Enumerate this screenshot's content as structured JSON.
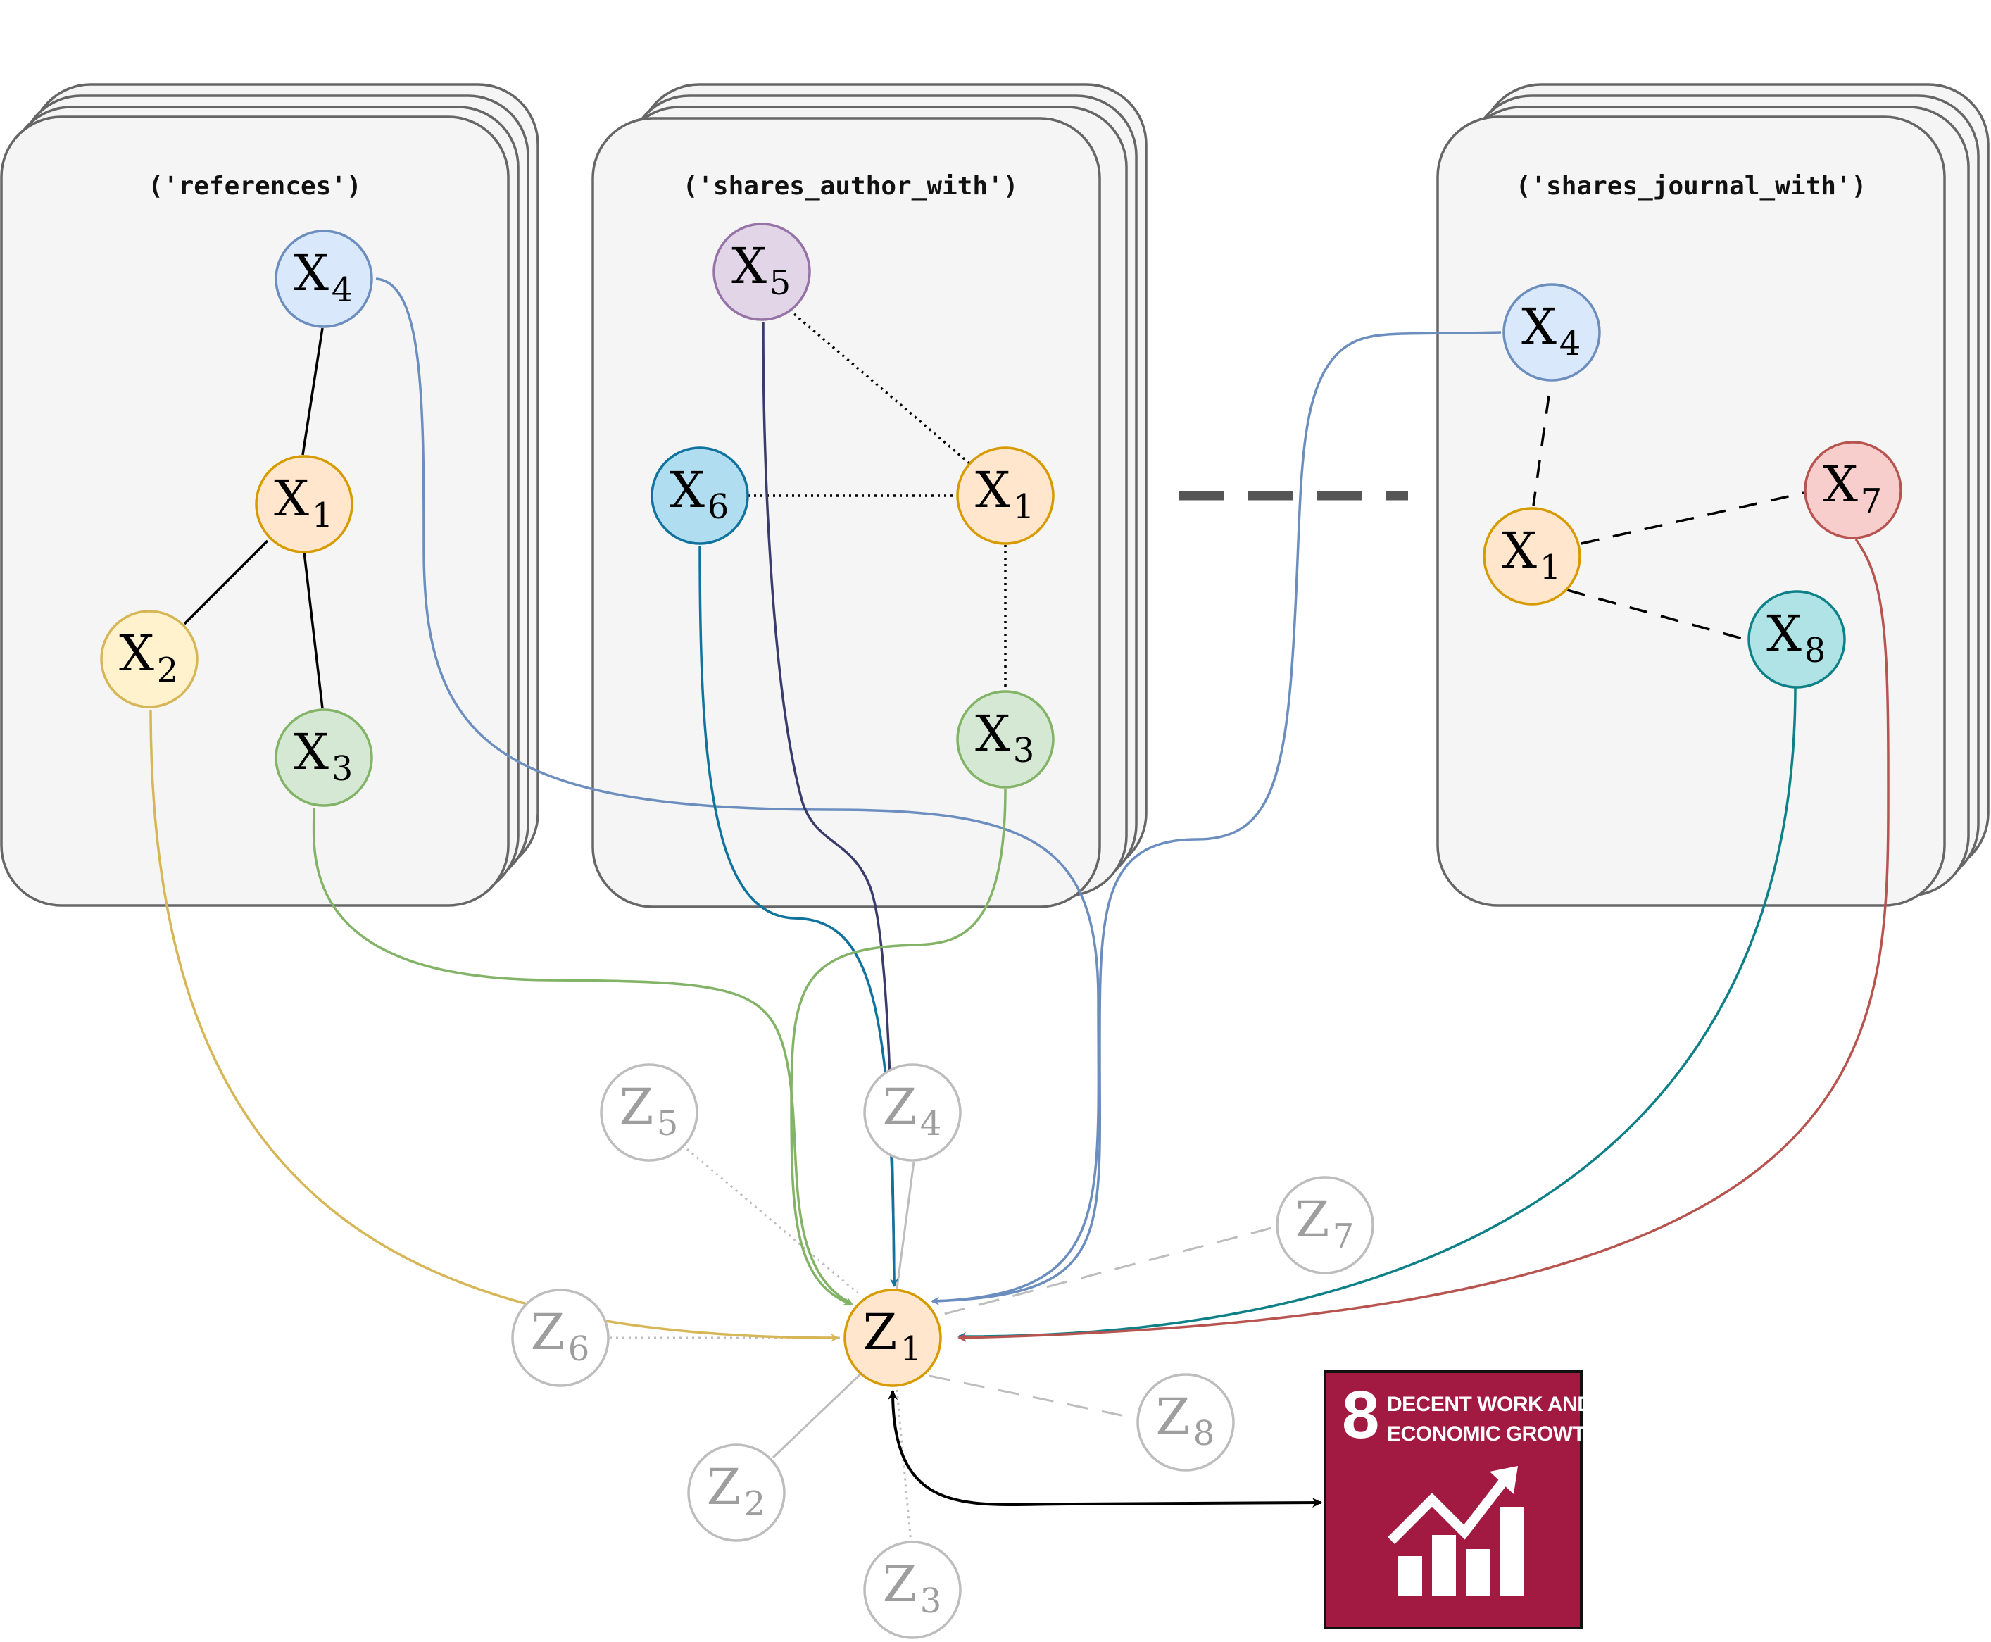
{
  "panels": [
    {
      "title": "('references')"
    },
    {
      "title": "('shares_author_with')"
    },
    {
      "title": "('shares_journal_with')"
    }
  ],
  "nodes": {
    "ref_x4": {
      "letter": "X",
      "sub": "4"
    },
    "ref_x1": {
      "letter": "X",
      "sub": "1"
    },
    "ref_x2": {
      "letter": "X",
      "sub": "2"
    },
    "ref_x3": {
      "letter": "X",
      "sub": "3"
    },
    "auth_x5": {
      "letter": "X",
      "sub": "5"
    },
    "auth_x6": {
      "letter": "X",
      "sub": "6"
    },
    "auth_x1": {
      "letter": "X",
      "sub": "1"
    },
    "auth_x3": {
      "letter": "X",
      "sub": "3"
    },
    "jour_x4": {
      "letter": "X",
      "sub": "4"
    },
    "jour_x1": {
      "letter": "X",
      "sub": "1"
    },
    "jour_x7": {
      "letter": "X",
      "sub": "7"
    },
    "jour_x8": {
      "letter": "X",
      "sub": "8"
    },
    "z1": {
      "letter": "Z",
      "sub": "1"
    },
    "z2": {
      "letter": "Z",
      "sub": "2"
    },
    "z3": {
      "letter": "Z",
      "sub": "3"
    },
    "z4": {
      "letter": "Z",
      "sub": "4"
    },
    "z5": {
      "letter": "Z",
      "sub": "5"
    },
    "z6": {
      "letter": "Z",
      "sub": "6"
    },
    "z7": {
      "letter": "Z",
      "sub": "7"
    },
    "z8": {
      "letter": "Z",
      "sub": "8"
    }
  },
  "colors": {
    "x1": "#d79b00",
    "x2": "#d6b656",
    "x3": "#82b366",
    "x4": "#6c8ebf",
    "x5": "#9673a6",
    "x6": "#10739e",
    "x7": "#b85450",
    "x8": "#0e8088",
    "sdg": "#a21942"
  },
  "sdg": {
    "number": "8",
    "line1": "DECENT WORK AND",
    "line2": "ECONOMIC GROWTH"
  }
}
